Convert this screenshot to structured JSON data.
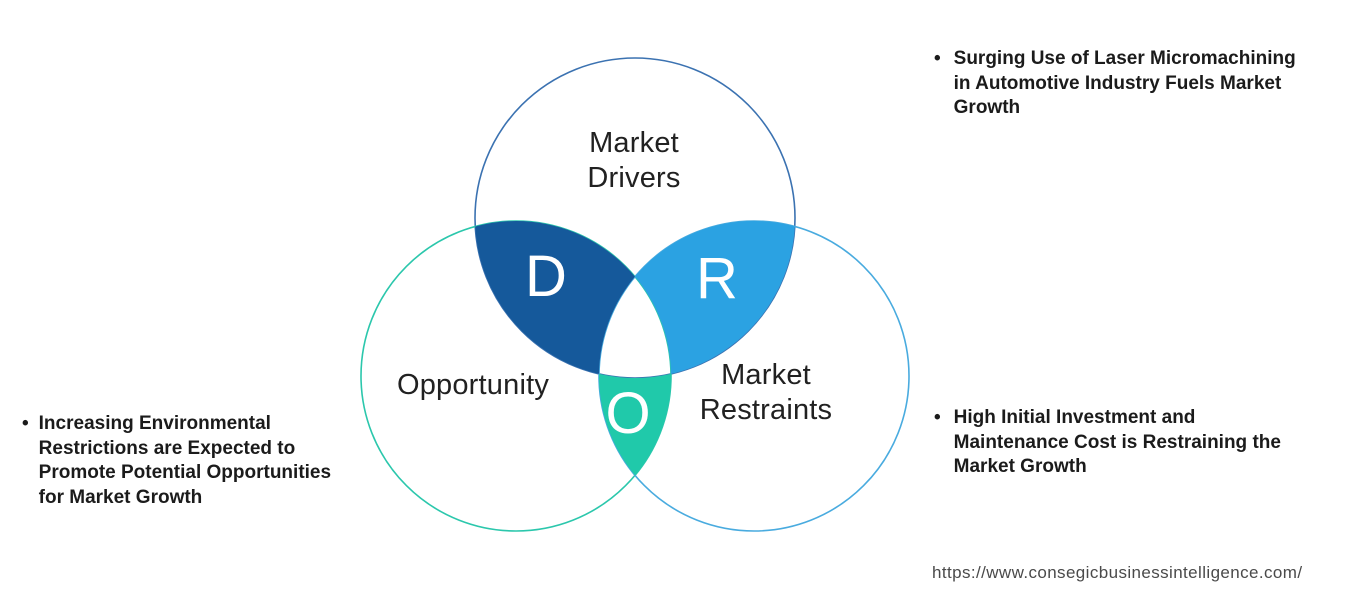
{
  "diagram": {
    "labels": {
      "drivers": "Market\nDrivers",
      "opportunity": "Opportunity",
      "restraints": "Market\nRestraints"
    },
    "letters": {
      "drivers": "D",
      "restraints": "R",
      "opportunity": "O"
    },
    "colors": {
      "drivers_fill": "#15599B",
      "restraints_fill": "#2BA2E2",
      "opportunity_fill": "#20C9AA",
      "drivers_stroke": "#3B72B1",
      "opportunity_stroke": "#2BC7AC",
      "restraints_stroke": "#49ABDF"
    }
  },
  "bullets": {
    "marker": "•",
    "driver_text": "Surging Use of Laser Micromachining\nin Automotive Industry Fuels Market\nGrowth",
    "opportunity_text": "Increasing Environmental\nRestrictions are Expected to\nPromote Potential Opportunities\nfor Market Growth",
    "restraint_text": "High Initial Investment and\nMaintenance Cost is Restraining the\nMarket Growth"
  },
  "footer": {
    "url": "https://www.consegicbusinessintelligence.com/"
  }
}
